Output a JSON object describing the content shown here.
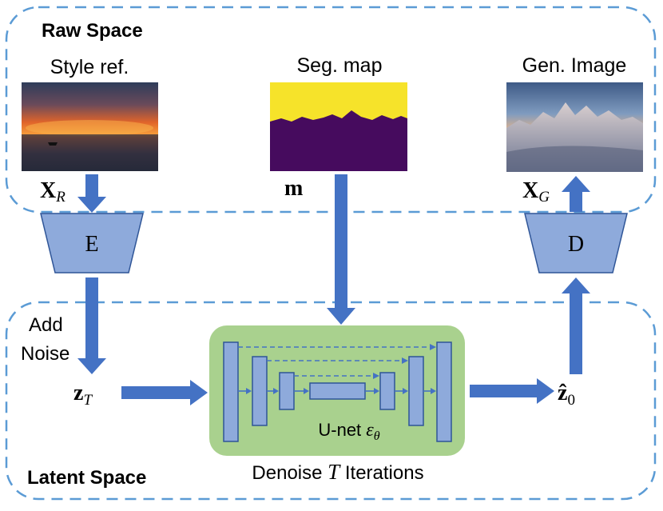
{
  "regions": {
    "raw": "Raw Space",
    "latent": "Latent Space"
  },
  "images": {
    "style_ref": {
      "caption": "Style ref.",
      "symbol": "X",
      "subscript": "R"
    },
    "seg_map": {
      "caption": "Seg. map",
      "symbol": "m"
    },
    "gen_image": {
      "caption": "Gen. Image",
      "symbol": "X",
      "subscript": "G"
    }
  },
  "blocks": {
    "encoder": "E",
    "decoder": "D",
    "unet_prefix": "U-net ",
    "unet_symbol": "ε",
    "unet_subscript": "θ"
  },
  "labels": {
    "add_noise_line1": "Add",
    "add_noise_line2": "Noise",
    "z_t_symbol": "z",
    "z_t_subscript": "T",
    "z_0_symbol": "ẑ",
    "z_0_subscript": "0",
    "denoise_prefix": "Denoise ",
    "denoise_symbol": "T",
    "denoise_suffix": " Iterations"
  },
  "colors": {
    "dash_border": "#5b9bd5",
    "block_fill": "#8eaadb",
    "block_stroke": "#2f5597",
    "arrow": "#4472c4",
    "unet_bg": "#a9d18e",
    "seg_top": "#f6e32a",
    "seg_bottom": "#460b5e"
  }
}
